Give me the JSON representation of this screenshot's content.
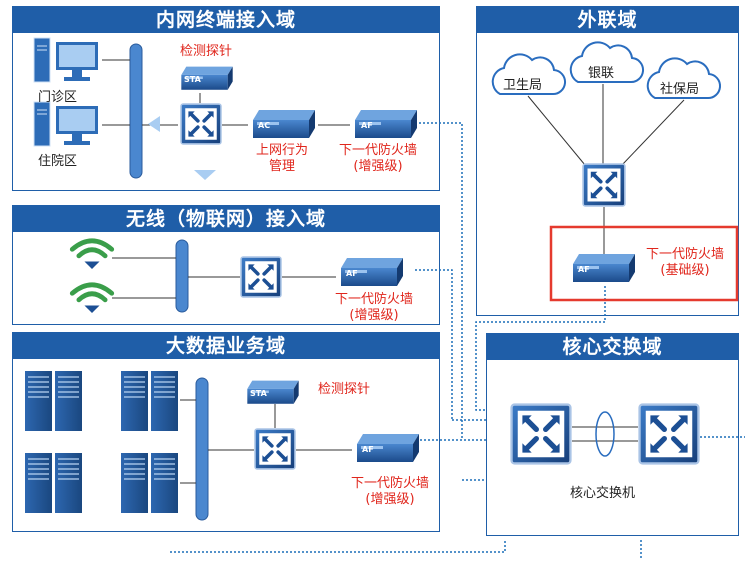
{
  "zones": {
    "intranet": {
      "title": "内网终端接入域"
    },
    "wireless": {
      "title": "无线（物联网）接入域"
    },
    "bigdata": {
      "title": "大数据业务域"
    },
    "external": {
      "title": "外联域"
    },
    "core": {
      "title": "核心交换域"
    }
  },
  "intranet": {
    "pc1": "门诊区",
    "pc2": "住院区",
    "probe": "检测探针",
    "ac_line1": "上网行为",
    "ac_line2": "管理",
    "fw_line1": "下一代防火墙",
    "fw_line2": "(增强级)"
  },
  "wireless": {
    "fw_line1": "下一代防火墙",
    "fw_line2": "(增强级)"
  },
  "bigdata": {
    "probe": "检测探针",
    "fw_line1": "下一代防火墙",
    "fw_line2": "(增强级)"
  },
  "external": {
    "cloud1": "卫生局",
    "cloud2": "银联",
    "cloud3": "社保局",
    "fw_line1": "下一代防火墙",
    "fw_line2": "(基础级)"
  },
  "core": {
    "switch_label": "核心交换机"
  },
  "device_badges": {
    "sta": "STA",
    "ac": "AC",
    "af": "AF"
  },
  "colors": {
    "zone_blue": "#1f5ea8",
    "switch_blue": "#1c4f94",
    "accent_red": "#e0261c",
    "highlight_border": "#e53a2e"
  }
}
